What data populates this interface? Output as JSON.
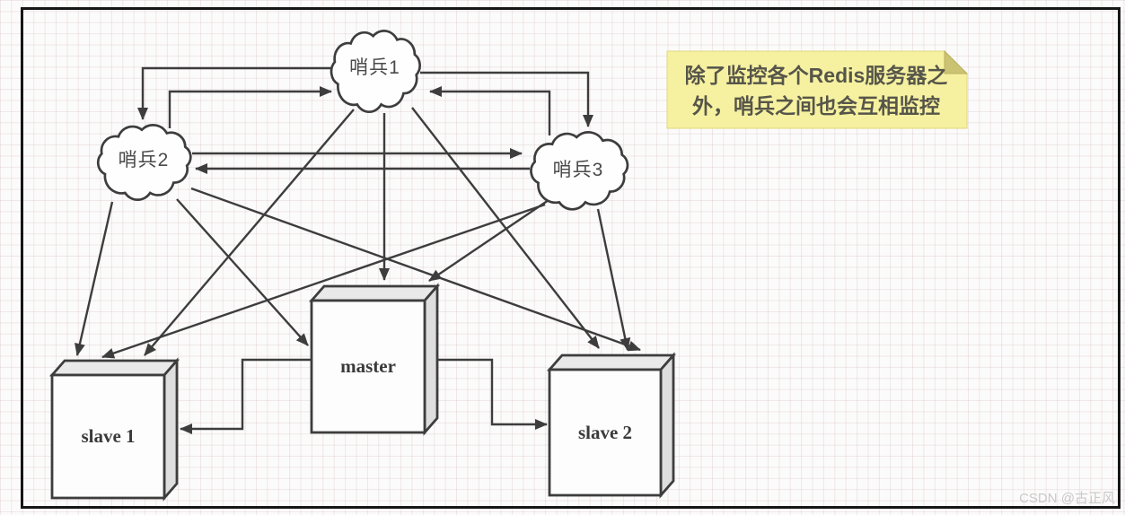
{
  "page": {
    "watermark": "CSDN @古正风"
  },
  "colors": {
    "stroke": "#3d3d3d",
    "box_front": "#fdfdfd",
    "box_top": "#e9e9e9",
    "box_side": "#dedede",
    "cloud_fill": "#fefefe",
    "note_fill": "#f6f1a0",
    "note_fold": "#cbc272",
    "note_text": "#56554a",
    "grid_line": "#eee6e6",
    "frame_border": "#161616",
    "watermark_color": "#c9c9c9"
  },
  "note": {
    "lines": [
      "除了监控各个Redis服务器之",
      "外，哨兵之间也会互相监控"
    ]
  },
  "diagram": {
    "nodes": [
      {
        "id": "sentinel1",
        "type": "cloud",
        "label": "哨兵1"
      },
      {
        "id": "sentinel2",
        "type": "cloud",
        "label": "哨兵2"
      },
      {
        "id": "sentinel3",
        "type": "cloud",
        "label": "哨兵3"
      },
      {
        "id": "master",
        "type": "server-box",
        "label": "master"
      },
      {
        "id": "slave1",
        "type": "server-box",
        "label": "slave 1"
      },
      {
        "id": "slave2",
        "type": "server-box",
        "label": "slave 2"
      }
    ],
    "edges": [
      {
        "from": "sentinel1",
        "to": "sentinel2",
        "style": "orthogonal",
        "meaning": "sentinel mutual monitoring"
      },
      {
        "from": "sentinel2",
        "to": "sentinel1",
        "style": "orthogonal",
        "meaning": "sentinel mutual monitoring"
      },
      {
        "from": "sentinel1",
        "to": "sentinel3",
        "style": "orthogonal",
        "meaning": "sentinel mutual monitoring"
      },
      {
        "from": "sentinel3",
        "to": "sentinel1",
        "style": "orthogonal",
        "meaning": "sentinel mutual monitoring"
      },
      {
        "from": "sentinel2",
        "to": "sentinel3",
        "style": "straight",
        "meaning": "sentinel mutual monitoring"
      },
      {
        "from": "sentinel3",
        "to": "sentinel2",
        "style": "straight",
        "meaning": "sentinel mutual monitoring"
      },
      {
        "from": "sentinel1",
        "to": "master",
        "style": "straight",
        "meaning": "monitor"
      },
      {
        "from": "sentinel1",
        "to": "slave1",
        "style": "straight",
        "meaning": "monitor"
      },
      {
        "from": "sentinel1",
        "to": "slave2",
        "style": "straight",
        "meaning": "monitor"
      },
      {
        "from": "sentinel2",
        "to": "master",
        "style": "straight",
        "meaning": "monitor"
      },
      {
        "from": "sentinel2",
        "to": "slave1",
        "style": "straight",
        "meaning": "monitor"
      },
      {
        "from": "sentinel2",
        "to": "slave2",
        "style": "straight",
        "meaning": "monitor"
      },
      {
        "from": "sentinel3",
        "to": "master",
        "style": "straight",
        "meaning": "monitor"
      },
      {
        "from": "sentinel3",
        "to": "slave1",
        "style": "straight",
        "meaning": "monitor"
      },
      {
        "from": "sentinel3",
        "to": "slave2",
        "style": "straight",
        "meaning": "monitor"
      },
      {
        "from": "master",
        "to": "slave1",
        "style": "orthogonal",
        "meaning": "replication"
      },
      {
        "from": "master",
        "to": "slave2",
        "style": "orthogonal",
        "meaning": "replication"
      }
    ]
  }
}
